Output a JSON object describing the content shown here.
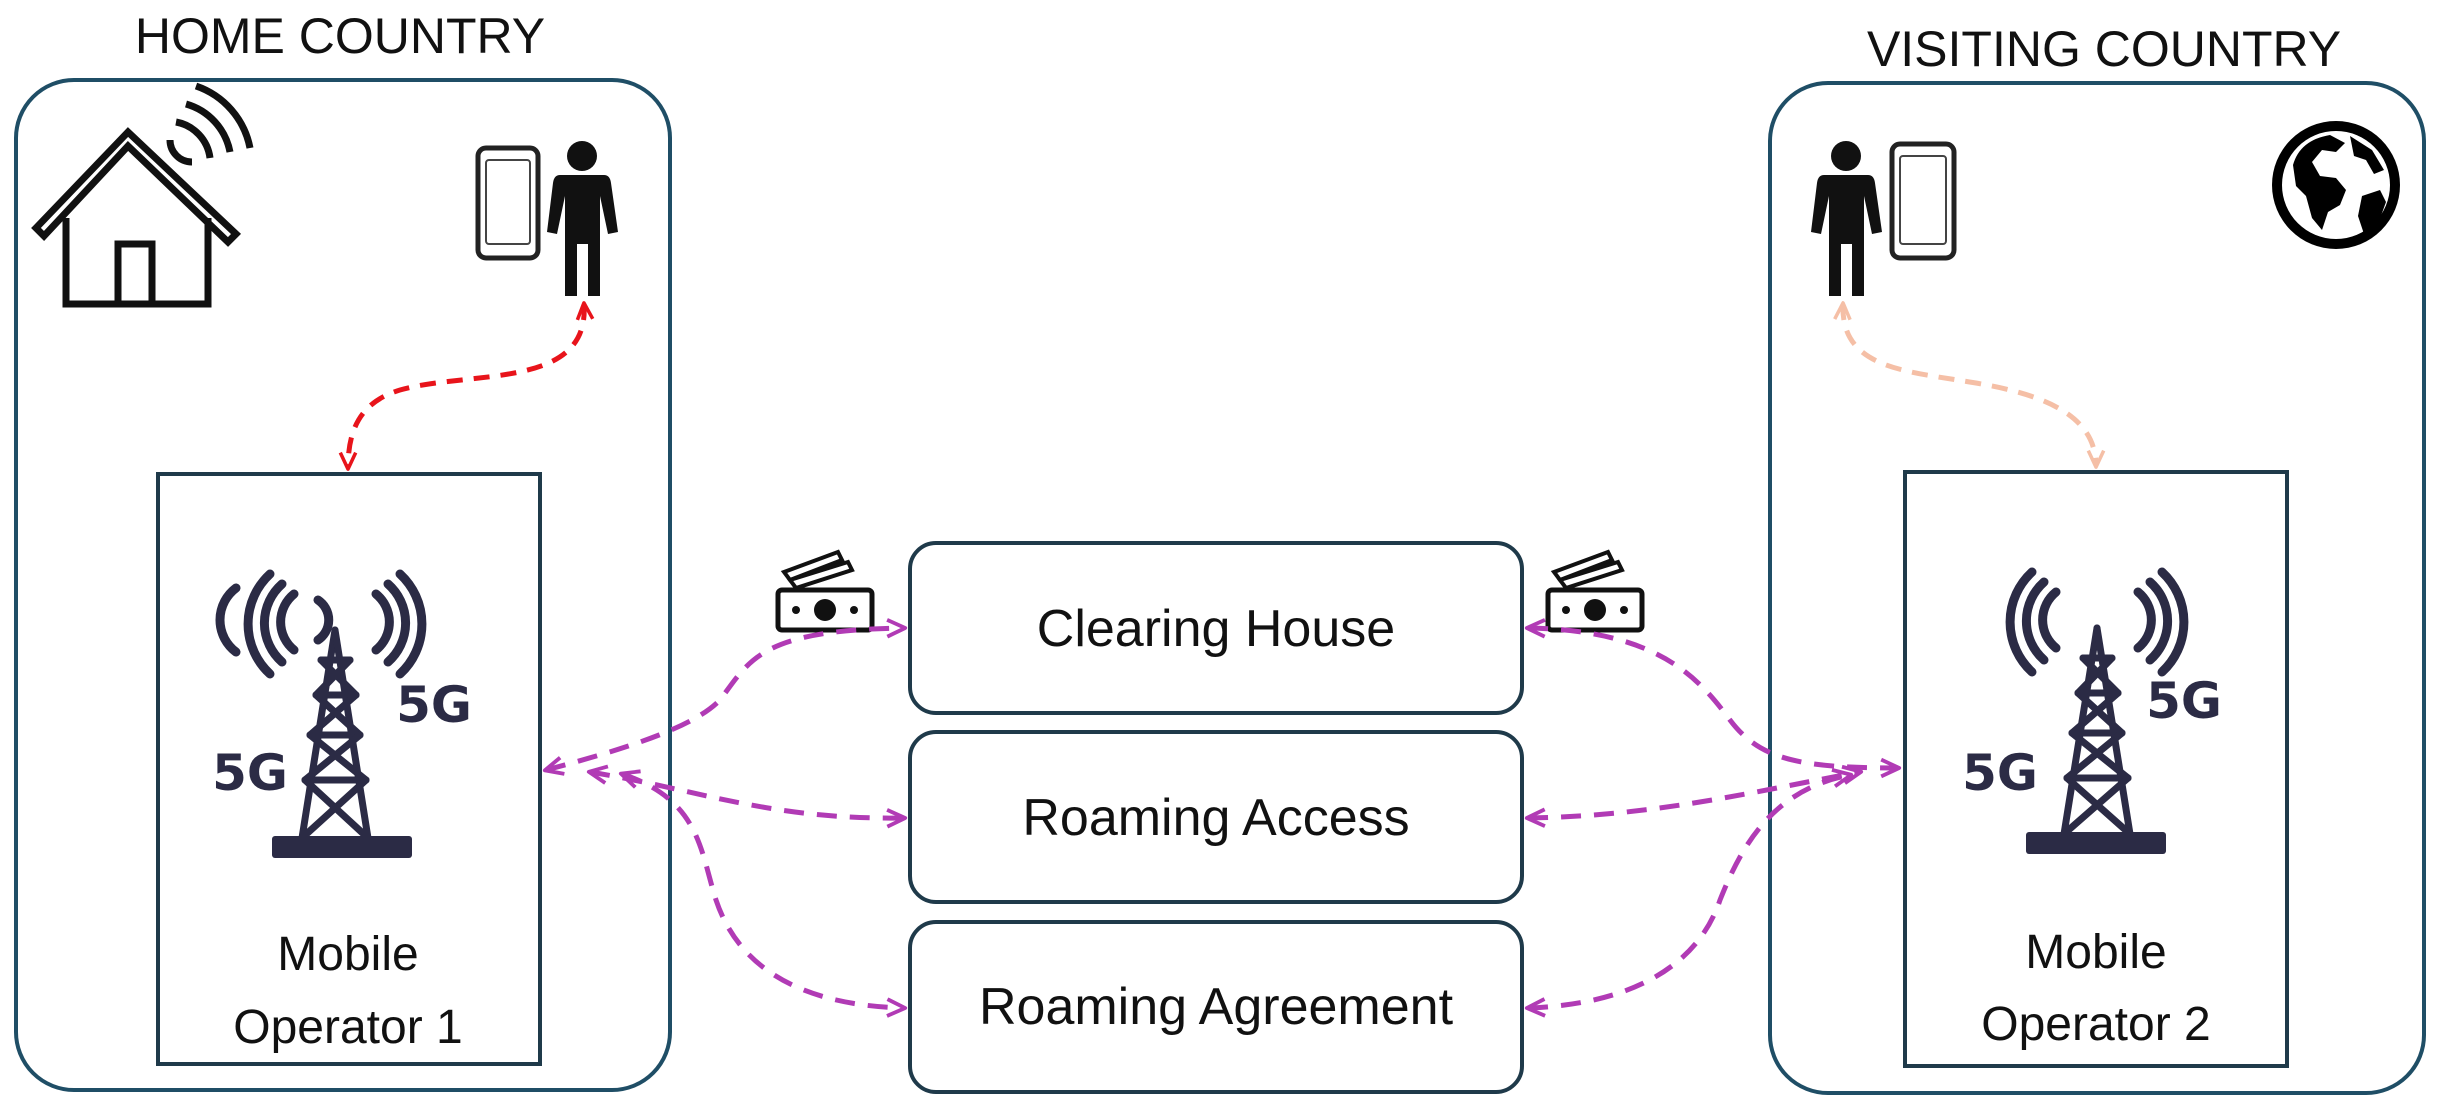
{
  "regions": {
    "home": {
      "title": "HOME COUNTRY"
    },
    "visiting": {
      "title": "VISITING COUNTRY"
    }
  },
  "operators": {
    "home": {
      "label_line1": "Mobile",
      "label_line2": "Operator 1",
      "badge": "5G"
    },
    "visiting": {
      "label_line1": "Mobile",
      "label_line2": "Operator 2",
      "badge": "5G"
    }
  },
  "services": {
    "clearing_house": "Clearing House",
    "roaming_access": "Roaming Access",
    "roaming_agreement": "Roaming Agreement"
  },
  "colors": {
    "region_border": "#1f4e66",
    "box_border": "#1f3a4a",
    "tower": "#2b2b45",
    "home_link": "#e8141b",
    "visiting_link": "#f5bfa6",
    "service_link": "#b13bb5"
  },
  "icons": [
    "house-wifi-icon",
    "globe-icon",
    "person-icon",
    "smartphone-icon",
    "cell-tower-icon",
    "money-icon"
  ]
}
